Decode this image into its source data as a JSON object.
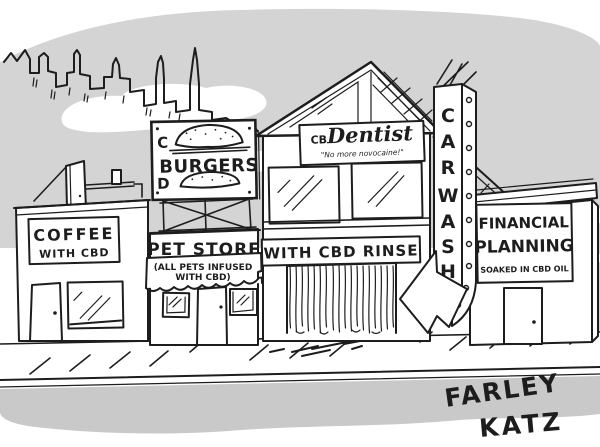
{
  "scene": {
    "signature": {
      "line1": "FARLEY",
      "line2": "KATZ"
    }
  },
  "colors": {
    "sky": "#d4d4d4",
    "street": "#c9c9c9",
    "ink": "#1d1d1d",
    "paper": "#ffffff"
  },
  "storefronts": {
    "coffee": {
      "line1": "COFFEE",
      "line2": "WITH CBD"
    },
    "burgers": {
      "letter_top": "C",
      "word": "BURGERS",
      "letter_bottom": "D"
    },
    "pet_store": {
      "title": "PET STORE",
      "awning_line1": "(ALL PETS INFUSED",
      "awning_line2": "WITH CBD)"
    },
    "dentist": {
      "prefix": "CB",
      "name": "Dentist",
      "tagline": "\"No more novocaine!\""
    },
    "car_wash": {
      "letters": [
        "C",
        "A",
        "R",
        "W",
        "A",
        "S",
        "H"
      ],
      "banner": "WITH CBD RINSE"
    },
    "financial": {
      "line1": "FINANCIAL",
      "line2": "PLANNING",
      "line3": "SOAKED IN CBD OIL"
    }
  }
}
